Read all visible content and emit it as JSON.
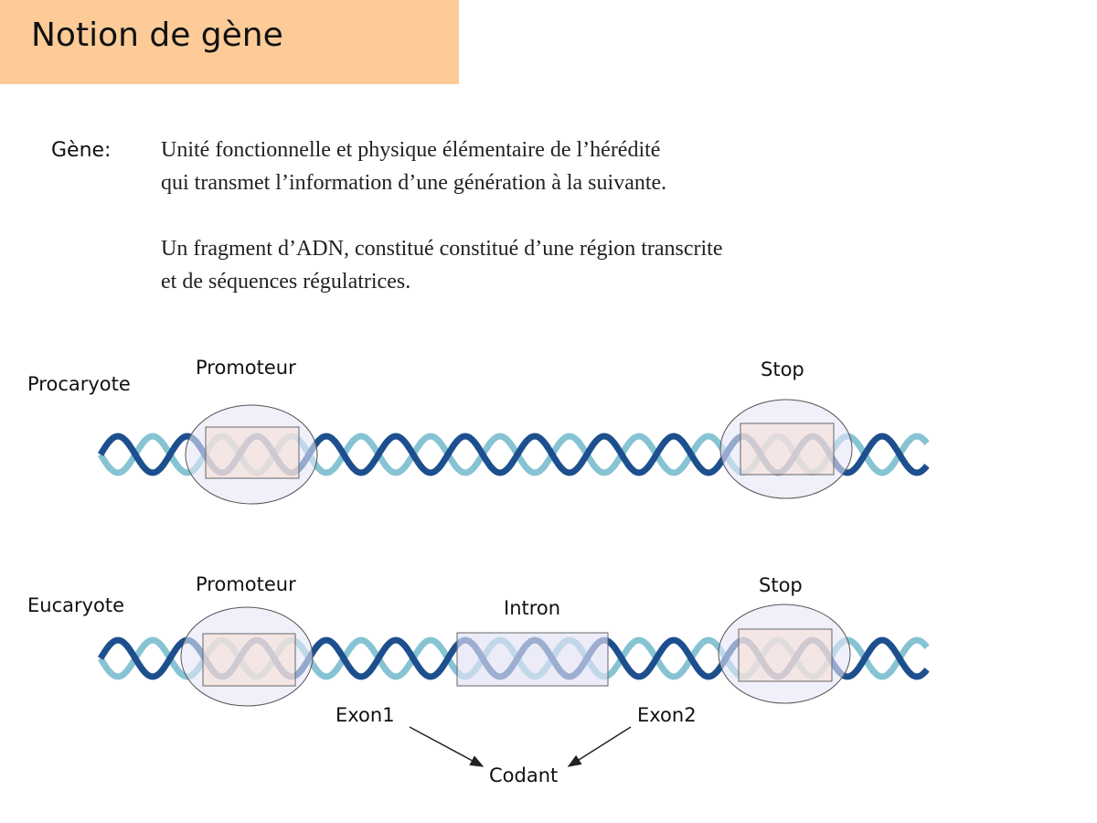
{
  "title": "Notion de gène",
  "definition": {
    "term": "Gène:",
    "line1": "Unité fonctionnelle et physique élémentaire de l’hérédité",
    "line2": "qui transmet l’information d’une génération à la suivante.",
    "line3": "Un fragment d’ADN, constitué constitué d’une région transcrite",
    "line4": "et de séquences régulatrices."
  },
  "procaryote": {
    "label": "Procaryote",
    "promoter": "Promoteur",
    "stop": "Stop"
  },
  "eucaryote": {
    "label": "Eucaryote",
    "promoter": "Promoteur",
    "intron": "Intron",
    "stop": "Stop",
    "exon1": "Exon1",
    "exon2": "Exon2",
    "coding": "Codant"
  },
  "colors": {
    "title_bg": "#fccb98",
    "strand_dark": "#1d4f8e",
    "strand_light": "#86c3d3",
    "ellipse": "#e8e8f8",
    "box": "#f6e0d6",
    "intron": "#e2e2f6"
  }
}
